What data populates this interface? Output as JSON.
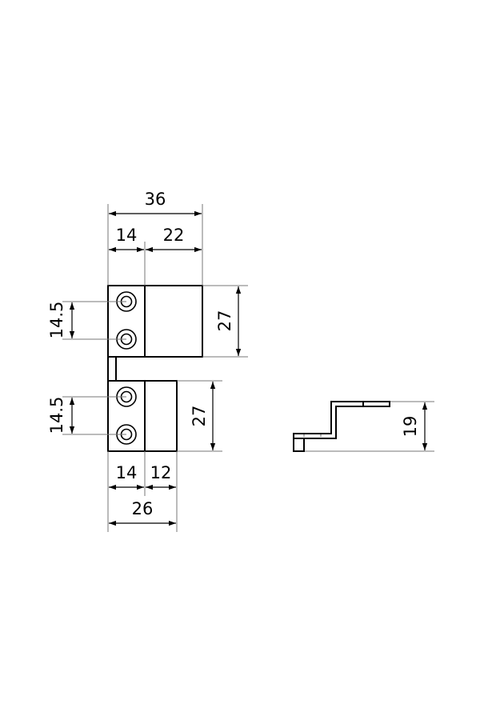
{
  "drawing": {
    "front_view": {
      "overall_width_top": "36",
      "left_width_top": "14",
      "right_width_top": "22",
      "hole_spacing_top": "14.5",
      "height_top": "27",
      "hole_spacing_bottom": "14.5",
      "height_bottom": "27",
      "left_width_bottom": "14",
      "right_width_bottom": "12",
      "overall_width_bottom": "26"
    },
    "side_view": {
      "height": "19"
    },
    "colors": {
      "line": "#000000",
      "extension": "#777777"
    }
  }
}
